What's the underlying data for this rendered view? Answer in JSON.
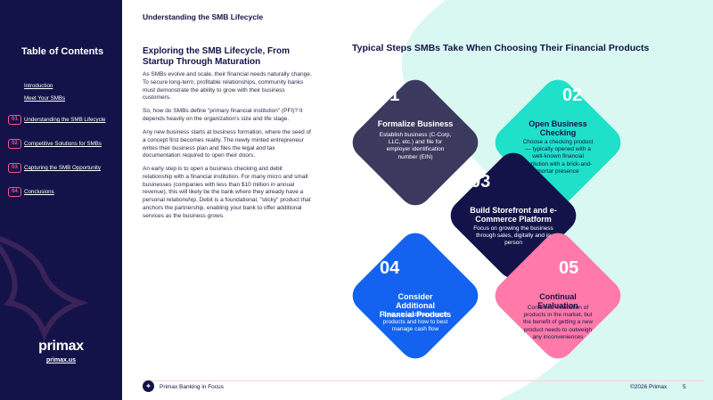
{
  "header": {
    "title": "Understanding the SMB Lifecycle"
  },
  "sidebar": {
    "toc_title": "Table of Contents",
    "links": [
      {
        "num": "",
        "label": "Introduction"
      },
      {
        "num": "",
        "label": "Meet Your SMBs"
      },
      {
        "num": "01",
        "label": "Understanding the SMB Lifecycle"
      },
      {
        "num": "02",
        "label": "Competitive Solutions for SMBs"
      },
      {
        "num": "03",
        "label": "Capturing the SMB Opportunity"
      },
      {
        "num": "04",
        "label": "Conclusions"
      }
    ],
    "brand": "primax",
    "brand_url": "primax.us"
  },
  "article": {
    "title": "Exploring the SMB Lifecycle, From Startup Through Maturation",
    "paragraphs": [
      "As SMBs evolve and scale, their financial needs naturally change. To secure long-term, profitable relationships, community banks must demonstrate the ability to grow with their business customers.",
      "So, how do SMBs define \"primary financial institution\" (PFI)? It depends heavily on the organization's size and life stage.",
      "Any new business starts at business formation, where the seed of a concept first becomes reality. The newly minted entrepreneur writes their business plan and files the legal and tax documentation required to open their doors.",
      "An early step is to open a business checking and debit relationship with a financial institution. For many micro and small businesses (companies with less than $10 million in annual revenue), this will likely be the bank where they already have a personal relationship. Debit is a foundational, \"sticky\" product that anchors the partnership, enabling your bank to offer additional services as the business grows."
    ]
  },
  "steps_section": {
    "title": "Typical Steps SMBs Take When Choosing Their Financial Products",
    "steps": [
      {
        "num": "01",
        "title": "Formalize Business",
        "desc": "Establish business (C-Corp, LLC, etc.) and file for employer identification number (EIN)"
      },
      {
        "num": "02",
        "title": "Open Business Checking",
        "desc": "Choose a checking product — typically opened with a well-known financial institution with a brick-and-mortar presence"
      },
      {
        "num": "03",
        "title": "Build Storefront and e-Commerce Platform",
        "desc": "Focus on growing the business through sales, digitally and in person"
      },
      {
        "num": "04",
        "title": "Consider Additional Financial Products",
        "desc": "Evaluate additional credit products and how to best manage cash flow"
      },
      {
        "num": "05",
        "title": "Continual Evaluation",
        "desc": "Continued evaluation of products in the market, but the benefit of getting a new product needs to outweigh any inconveniences"
      }
    ]
  },
  "footer": {
    "left": "Primax Banking in Focus",
    "copyright": "©2026 Primax",
    "page": "5"
  },
  "colors": {
    "navy": "#13134a",
    "slate": "#3b3a5e",
    "teal": "#1fe0c9",
    "blue": "#1363f0",
    "pink": "#ff7aa8",
    "mint": "#d8f8f1"
  }
}
